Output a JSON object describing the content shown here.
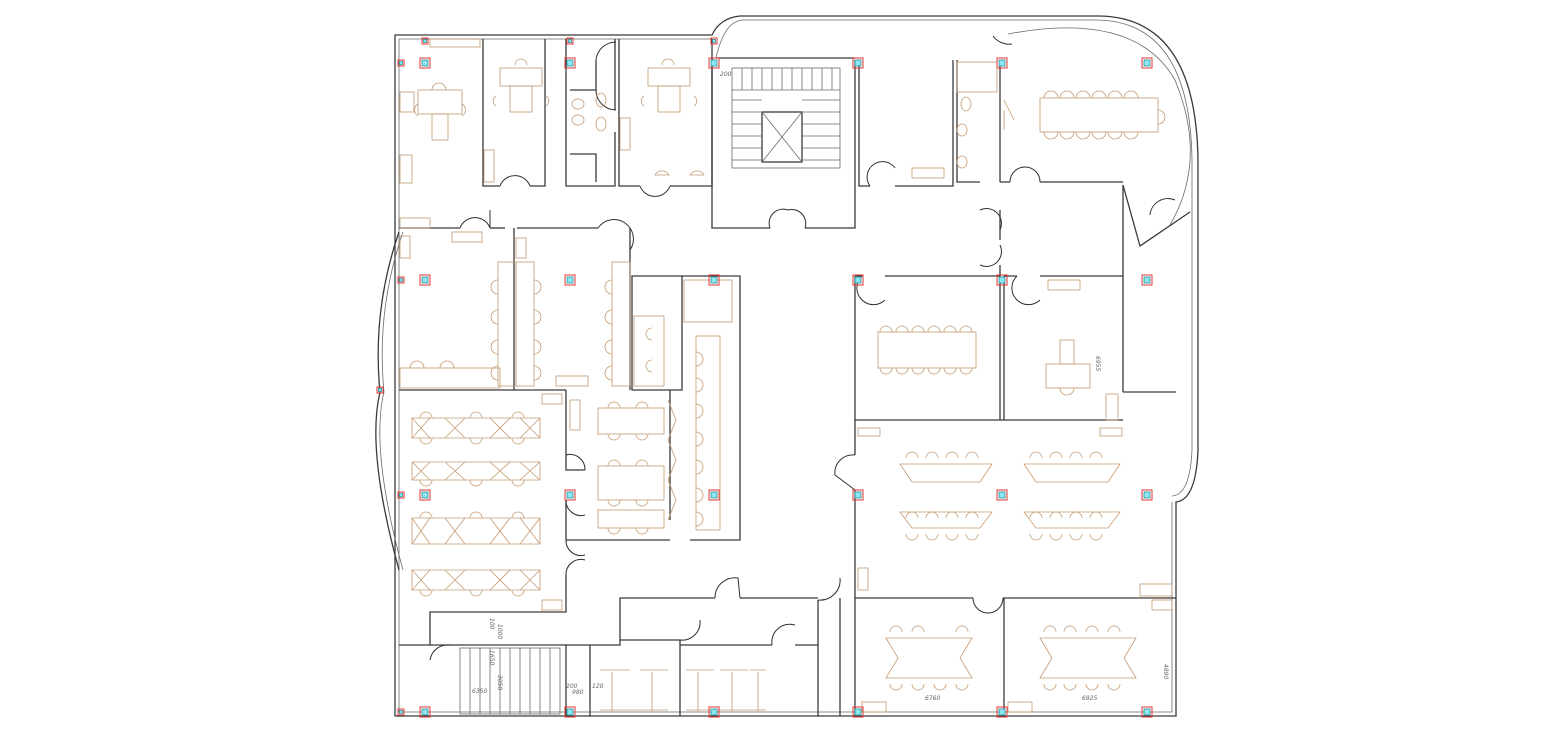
{
  "plan": {
    "dimension_labels": [
      {
        "id": "dim-200-top",
        "text": "200"
      },
      {
        "id": "dim-6955",
        "text": "6955"
      },
      {
        "id": "dim-4890",
        "text": "4890"
      },
      {
        "id": "dim-6760",
        "text": "6760"
      },
      {
        "id": "dim-6925",
        "text": "6925"
      },
      {
        "id": "dim-6350",
        "text": "6350"
      },
      {
        "id": "dim-980",
        "text": "980"
      },
      {
        "id": "dim-200-low",
        "text": "200"
      },
      {
        "id": "dim-120",
        "text": "120"
      },
      {
        "id": "dim-100",
        "text": "100"
      },
      {
        "id": "dim-1000",
        "text": "1000"
      },
      {
        "id": "dim-1650",
        "text": "1650"
      },
      {
        "id": "dim-3050",
        "text": "3050"
      }
    ],
    "colors": {
      "walls": "#3a3a3a",
      "furniture": "#c49a72",
      "column_outline": "#e03434",
      "column_fill": "#8fe6ee"
    }
  }
}
